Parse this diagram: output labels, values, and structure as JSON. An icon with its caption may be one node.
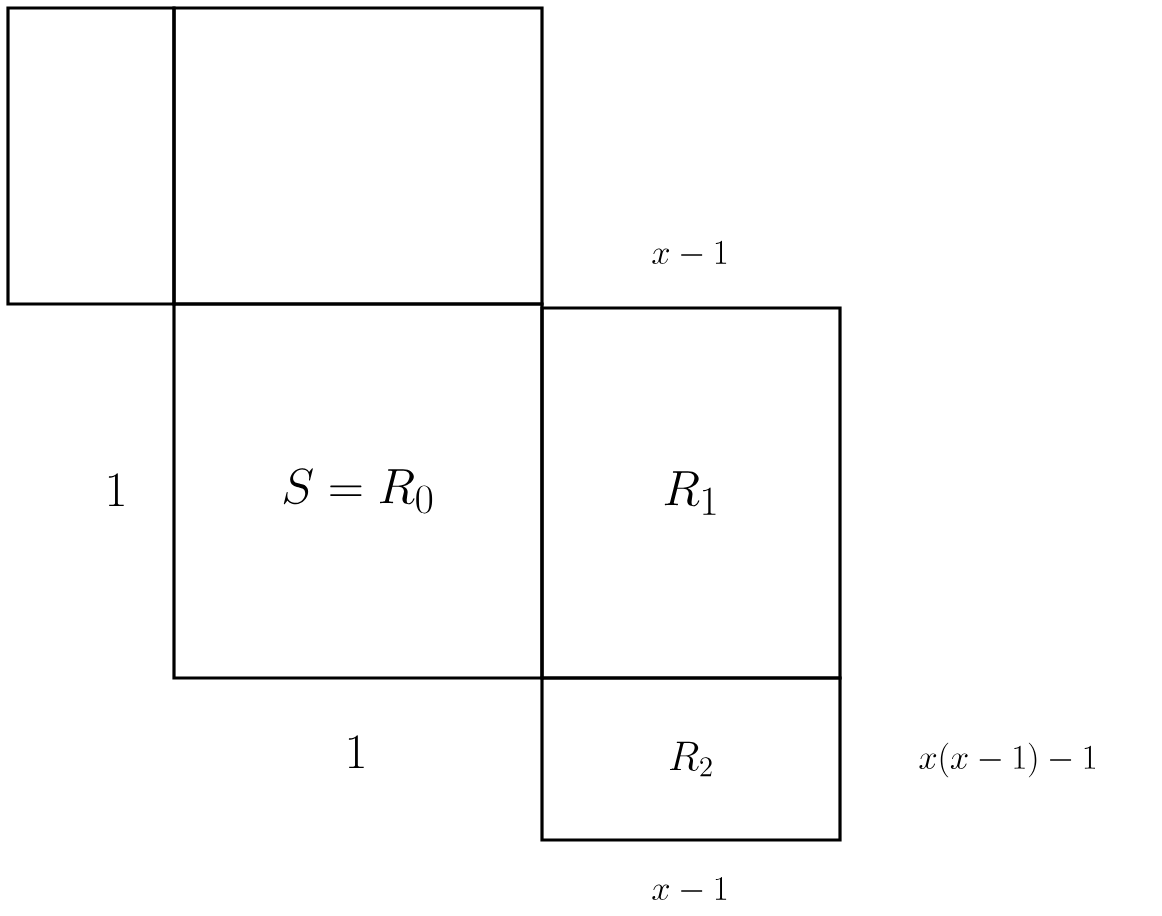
{
  "diagram": {
    "nodes": [
      {
        "text": [],
        "shape": "box"
      },
      {
        "text": [],
        "shape": "box"
      },
      {
        "text": [
          "S = R_0"
        ]
      },
      {
        "text": [
          "R_1"
        ]
      },
      {
        "text": [
          "R_2"
        ]
      }
    ],
    "labels": [
      "x - 1",
      "1",
      "1",
      "x(x - 1) - 1",
      "x - 1"
    ]
  }
}
